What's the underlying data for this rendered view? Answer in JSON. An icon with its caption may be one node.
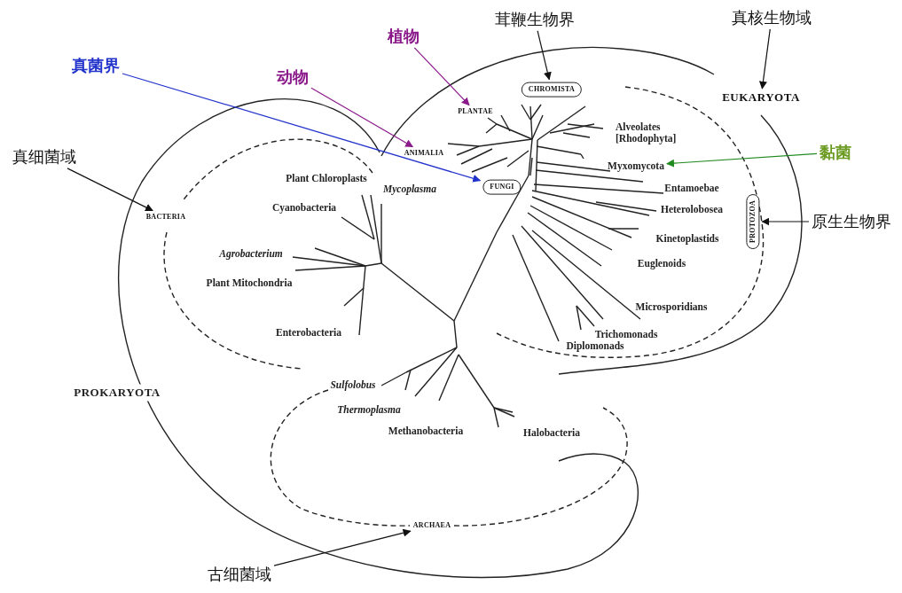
{
  "diagram": {
    "nodes": [
      {
        "text": [
          "真菌界"
        ]
      },
      {
        "text": [
          "动物"
        ]
      },
      {
        "text": [
          "植物"
        ]
      },
      {
        "text": [
          "茸鞭生物界"
        ]
      },
      {
        "text": [
          "真核生物域"
        ]
      },
      {
        "text": [
          "真细菌域"
        ]
      },
      {
        "text": [
          "黏菌"
        ]
      },
      {
        "text": [
          "原生生物界"
        ]
      },
      {
        "text": [
          "古细菌域"
        ]
      },
      {
        "text": [
          "CHROMISTA"
        ]
      },
      {
        "text": [
          "EUKARYOTA"
        ]
      },
      {
        "text": [
          "PLANTAE"
        ]
      },
      {
        "text": [
          "ANIMALIA"
        ]
      },
      {
        "text": [
          "FUNGI"
        ]
      },
      {
        "text": [
          "BACTERIA"
        ]
      },
      {
        "text": [
          "Myxomycota"
        ]
      },
      {
        "text": [
          "PROTOZOA"
        ]
      },
      {
        "text": [
          "ARCHAEA"
        ]
      }
    ],
    "edges": [
      {
        "from": 0,
        "to": 13,
        "arrow": "to",
        "color": "#2233cc"
      },
      {
        "from": 1,
        "to": 12,
        "arrow": "to",
        "color": "#8b1a8b"
      },
      {
        "from": 2,
        "to": 11,
        "arrow": "to",
        "color": "#8b1a8b"
      },
      {
        "from": 3,
        "to": 9,
        "arrow": "to"
      },
      {
        "from": 4,
        "to": 10,
        "arrow": "to"
      },
      {
        "from": 5,
        "to": 14,
        "arrow": "to"
      },
      {
        "from": 6,
        "to": 15,
        "arrow": "to",
        "color": "#1f8a1f"
      },
      {
        "from": 7,
        "to": 16,
        "arrow": "to"
      },
      {
        "from": 8,
        "to": 17,
        "arrow": "to"
      }
    ],
    "labels": [
      "Alveolates [Rhodophyta]",
      "Plant Chloroplasts",
      "Mycoplasma",
      "Entamoebae",
      "Cyanobacteria",
      "Heterolobosea",
      "Agrobacterium",
      "Kinetoplastids",
      "Euglenoids",
      "Plant Mitochondria",
      "Microsporidians",
      "Enterobacteria",
      "Trichomonads",
      "Diplomonads",
      "PROKARYOTA",
      "Sulfolobus",
      "Thermoplasma",
      "Methanobacteria",
      "Halobacteria"
    ]
  }
}
